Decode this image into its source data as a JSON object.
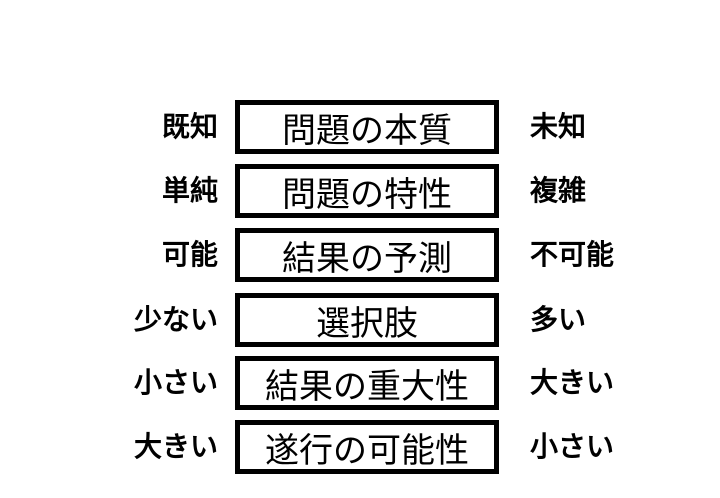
{
  "rows": [
    {
      "left": "既知",
      "center": "問題の本質",
      "right": "未知"
    },
    {
      "left": "単純",
      "center": "問題の特性",
      "right": "複雑"
    },
    {
      "left": "可能",
      "center": "結果の予測",
      "right": "不可能"
    },
    {
      "left": "少ない",
      "center": "選択肢",
      "right": "多い"
    },
    {
      "left": "小さい",
      "center": "結果の重大性",
      "right": "大きい"
    },
    {
      "left": "大きい",
      "center": "遂行の可能性",
      "right": "小さい"
    }
  ]
}
